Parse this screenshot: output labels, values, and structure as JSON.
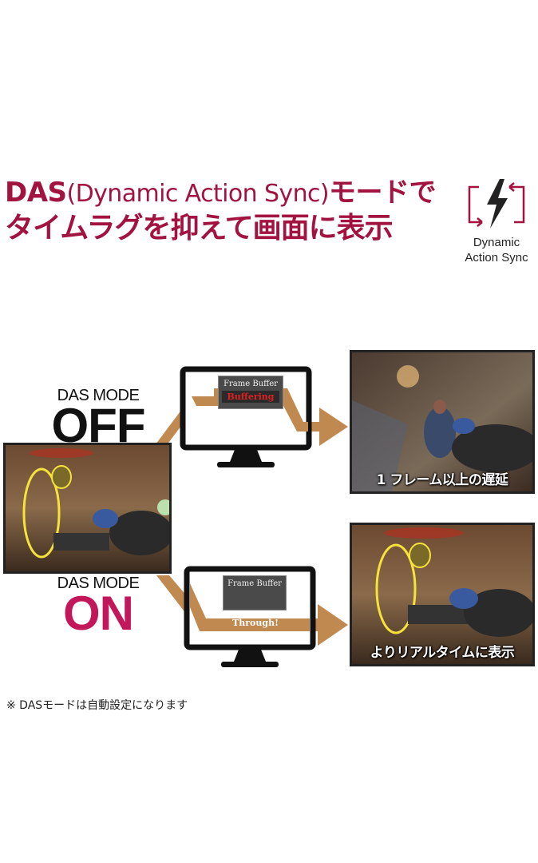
{
  "headline": {
    "line1_bold_a": "DAS",
    "line1_thin": "(Dynamic Action Sync)",
    "line1_bold_b": "モードで",
    "line2": "タイムラグを抑えて画面に表示"
  },
  "logo": {
    "line1": "Dynamic",
    "line2": "Action Sync",
    "icon": "lightning-bolt-in-frame-icon"
  },
  "modes": {
    "off": {
      "small": "DAS MODE",
      "big": "OFF"
    },
    "on": {
      "small": "DAS MODE",
      "big": "ON"
    }
  },
  "buffers": {
    "off": {
      "title": "Frame Buffer",
      "status": "Buffering"
    },
    "on": {
      "title": "Frame Buffer",
      "status": "Through!"
    }
  },
  "captions": {
    "off": "1 フレーム以上の遅延",
    "on": "よりリアルタイムに表示"
  },
  "footnote": "※ DASモードは自動設定になります",
  "colors": {
    "brand": "#a2133f",
    "on_accent": "#c2185b",
    "arrow": "#c0894f",
    "buffering": "#e02020"
  }
}
